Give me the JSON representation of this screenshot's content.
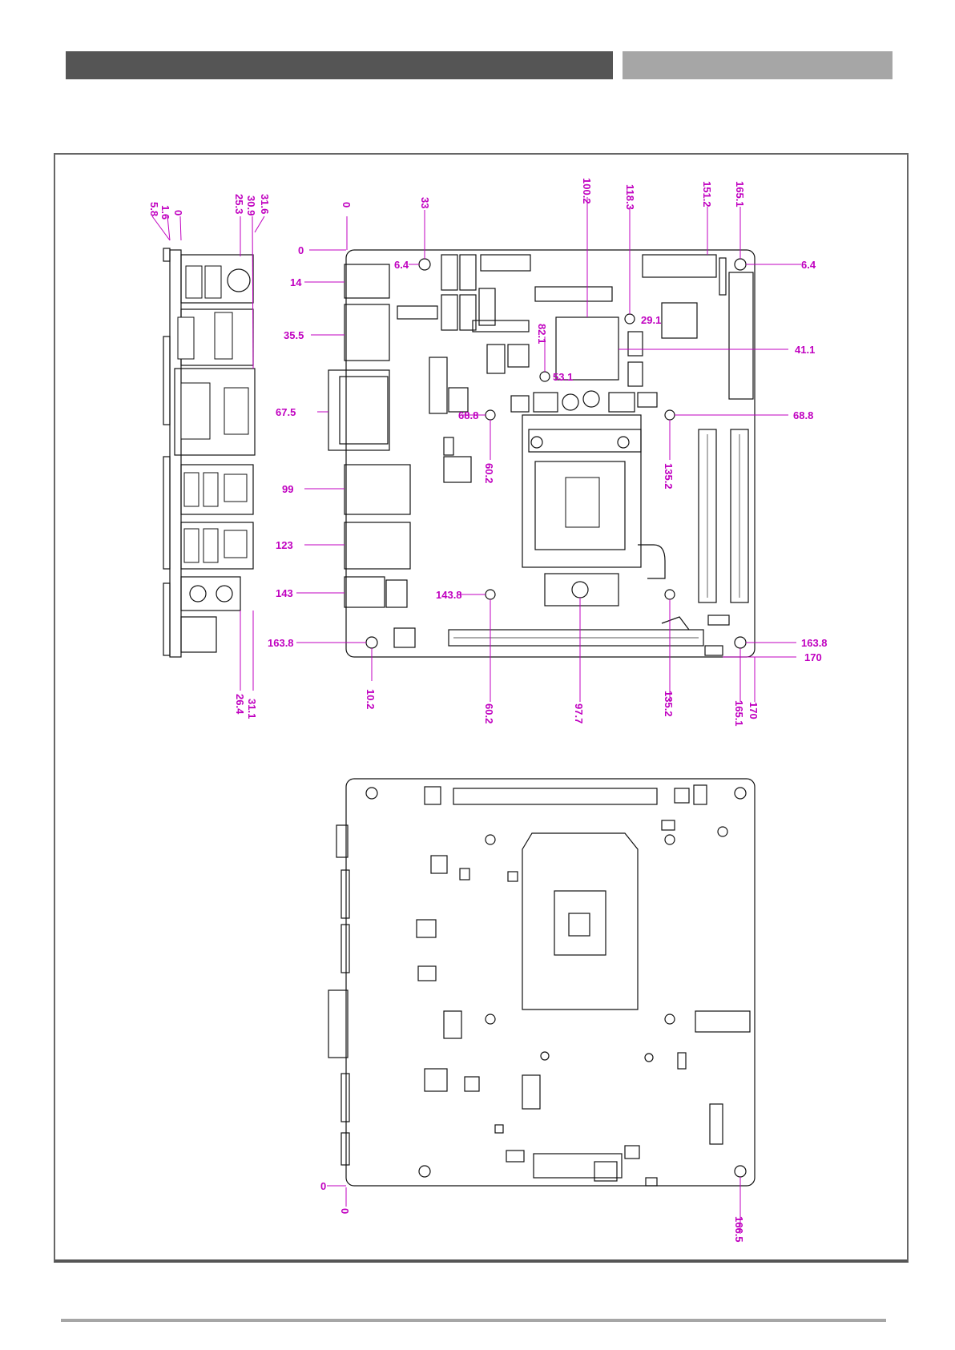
{
  "diagram": {
    "top_view_dims": {
      "v0": "0",
      "v6_4": "6.4",
      "v14": "14",
      "v35_5": "35.5",
      "v67_5": "67.5",
      "v99": "99",
      "v123": "123",
      "v143": "143",
      "v163_8": "163.8",
      "t0": "0",
      "t33": "33",
      "t100_2": "100.2",
      "t118_3": "118.3",
      "t151_2": "151.2",
      "t165_1": "165.1",
      "r6_4": "6.4",
      "r41_1": "41.1",
      "r68_8": "68.8",
      "r163_8": "163.8",
      "r170": "170",
      "b10_2": "10.2",
      "b60_2": "60.2",
      "b97_7": "97.7",
      "b135_2": "135.2",
      "b165_1": "165.1",
      "b170": "170",
      "i29_1": "29.1",
      "i82_1": "82.1",
      "i53_1": "53.1",
      "i68_8": "68.8",
      "i60_2": "60.2",
      "i135_2": "135.2",
      "i143_8": "143.8"
    },
    "side_view_dims": {
      "s5_8": "5.8",
      "s1_6": "1.6",
      "s0": "0",
      "s25_3": "25.3",
      "s30_9": "30.9",
      "s31_6": "31.6",
      "s26_4": "26.4",
      "s31_1": "31.1"
    },
    "bottom_view_dims": {
      "bl0": "0",
      "bb0": "0",
      "b166_5": "166.5"
    },
    "colors": {
      "dimension": "#c000c0",
      "outline": "#111111",
      "header_dark": "#555555",
      "header_light": "#a6a6a6"
    }
  }
}
